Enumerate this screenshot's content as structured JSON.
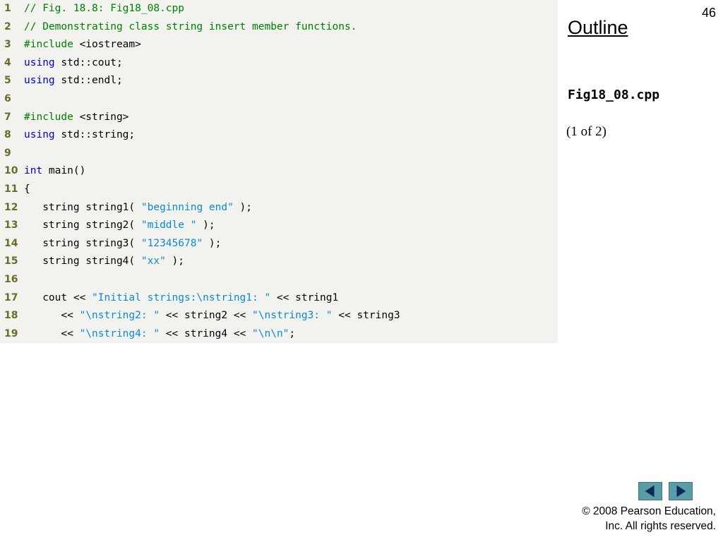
{
  "slide": {
    "number": "46",
    "outline_label": "Outline",
    "file_name": "Fig18_08.cpp",
    "page_indicator": "(1 of 2)",
    "copyright_line1": "© 2008 Pearson Education,",
    "copyright_line2": "Inc.  All rights reserved."
  },
  "nav": {
    "prev_icon": "triangle-left-icon",
    "next_icon": "triangle-right-icon"
  },
  "colors": {
    "panel_bg": "#f2f2ef",
    "comment": "#008000",
    "keyword": "#0000cc",
    "string": "#0a8ad6",
    "line_number": "#6b6b2a",
    "nav_button": "#5a9ba8"
  },
  "code": {
    "lines": [
      {
        "num": "1",
        "tokens": [
          {
            "t": "comment",
            "v": "// Fig. 18.8: Fig18_08.cpp"
          }
        ]
      },
      {
        "num": "2",
        "tokens": [
          {
            "t": "comment",
            "v": "// Demonstrating class string insert member functions."
          }
        ]
      },
      {
        "num": "3",
        "tokens": [
          {
            "t": "preproc",
            "v": "#include"
          },
          {
            "t": "plain",
            "v": " <iostream>"
          }
        ]
      },
      {
        "num": "4",
        "tokens": [
          {
            "t": "keyword",
            "v": "using"
          },
          {
            "t": "plain",
            "v": " std::cout;"
          }
        ]
      },
      {
        "num": "5",
        "tokens": [
          {
            "t": "keyword",
            "v": "using"
          },
          {
            "t": "plain",
            "v": " std::endl;"
          }
        ]
      },
      {
        "num": "6",
        "tokens": []
      },
      {
        "num": "7",
        "tokens": [
          {
            "t": "preproc",
            "v": "#include"
          },
          {
            "t": "plain",
            "v": " <string>"
          }
        ]
      },
      {
        "num": "8",
        "tokens": [
          {
            "t": "keyword",
            "v": "using"
          },
          {
            "t": "plain",
            "v": " std::string;"
          }
        ]
      },
      {
        "num": "9",
        "tokens": []
      },
      {
        "num": "10",
        "tokens": [
          {
            "t": "keyword",
            "v": "int"
          },
          {
            "t": "plain",
            "v": " main()"
          }
        ]
      },
      {
        "num": "11",
        "tokens": [
          {
            "t": "plain",
            "v": "{"
          }
        ]
      },
      {
        "num": "12",
        "tokens": [
          {
            "t": "plain",
            "v": "   string string1( "
          },
          {
            "t": "string",
            "v": "\"beginning end\""
          },
          {
            "t": "plain",
            "v": " );"
          }
        ]
      },
      {
        "num": "13",
        "tokens": [
          {
            "t": "plain",
            "v": "   string string2( "
          },
          {
            "t": "string",
            "v": "\"middle \""
          },
          {
            "t": "plain",
            "v": " );"
          }
        ]
      },
      {
        "num": "14",
        "tokens": [
          {
            "t": "plain",
            "v": "   string string3( "
          },
          {
            "t": "string",
            "v": "\"12345678\""
          },
          {
            "t": "plain",
            "v": " );"
          }
        ]
      },
      {
        "num": "15",
        "tokens": [
          {
            "t": "plain",
            "v": "   string string4( "
          },
          {
            "t": "string",
            "v": "\"xx\""
          },
          {
            "t": "plain",
            "v": " );"
          }
        ]
      },
      {
        "num": "16",
        "tokens": []
      },
      {
        "num": "17",
        "tokens": [
          {
            "t": "plain",
            "v": "   cout << "
          },
          {
            "t": "string",
            "v": "\"Initial strings:\\nstring1: \""
          },
          {
            "t": "plain",
            "v": " << string1"
          }
        ]
      },
      {
        "num": "18",
        "tokens": [
          {
            "t": "plain",
            "v": "      << "
          },
          {
            "t": "string",
            "v": "\"\\nstring2: \""
          },
          {
            "t": "plain",
            "v": " << string2 << "
          },
          {
            "t": "string",
            "v": "\"\\nstring3: \""
          },
          {
            "t": "plain",
            "v": " << string3"
          }
        ]
      },
      {
        "num": "19",
        "tokens": [
          {
            "t": "plain",
            "v": "      << "
          },
          {
            "t": "string",
            "v": "\"\\nstring4: \""
          },
          {
            "t": "plain",
            "v": " << string4 << "
          },
          {
            "t": "string",
            "v": "\"\\n\\n\""
          },
          {
            "t": "plain",
            "v": ";"
          }
        ]
      }
    ]
  }
}
